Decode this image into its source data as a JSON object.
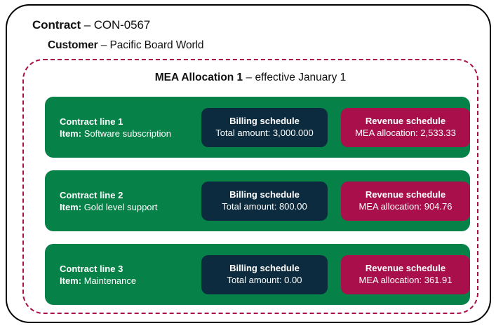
{
  "colors": {
    "contract_border": "#000000",
    "mea_border": "#a9104b",
    "line_card": "#068147",
    "billing_box": "#0d2b3e",
    "revenue_box": "#a9104b",
    "text_light": "#ffffff",
    "text_dark": "#111111"
  },
  "contract": {
    "label": "Contract",
    "separator": "–",
    "value": "CON-0567"
  },
  "customer": {
    "label": "Customer",
    "separator": "–",
    "value": "Pacific Board World"
  },
  "mea": {
    "label": "MEA Allocation 1",
    "separator": "–",
    "value": "effective January 1"
  },
  "lines": [
    {
      "title": "Contract line 1",
      "item_label": "Item:",
      "item_value": "Software subscription",
      "billing": {
        "title": "Billing schedule",
        "value": "Total amount: 3,000.000"
      },
      "revenue": {
        "title": "Revenue schedule",
        "value": "MEA allocation: 2,533.33"
      }
    },
    {
      "title": "Contract line 2",
      "item_label": "Item:",
      "item_value": "Gold level support",
      "billing": {
        "title": "Billing schedule",
        "value": "Total amount: 800.00"
      },
      "revenue": {
        "title": "Revenue schedule",
        "value": "MEA allocation: 904.76"
      }
    },
    {
      "title": "Contract line 3",
      "item_label": "Item:",
      "item_value": "Maintenance",
      "billing": {
        "title": "Billing schedule",
        "value": "Total amount: 0.00"
      },
      "revenue": {
        "title": "Revenue schedule",
        "value": "MEA allocation: 361.91"
      }
    }
  ]
}
